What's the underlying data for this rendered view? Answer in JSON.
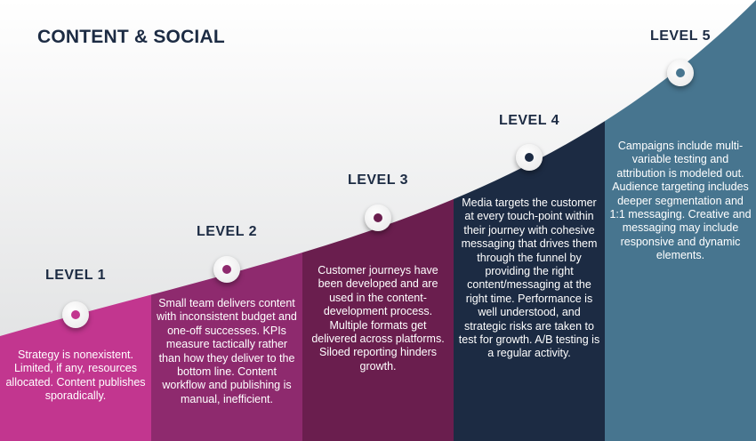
{
  "title": "CONTENT & SOCIAL",
  "colors": {
    "level1": "#c2368f",
    "level2": "#8e2a6e",
    "level3": "#6a1e4e",
    "level4": "#1c2b43",
    "level5": "#47758f",
    "heading": "#1c2b43"
  },
  "levels": [
    {
      "label": "LEVEL 1",
      "text": "Strategy is nonexistent. Limited, if any, resources allocated. Content publishes sporadically."
    },
    {
      "label": "LEVEL 2",
      "text": "Small team delivers content with inconsistent budget and one-off successes. KPIs measure tactically rather than how they deliver to the bottom line. Content workflow and publishing is manual, inefficient."
    },
    {
      "label": "LEVEL 3",
      "text": "Customer journeys have been developed and are used in the content-development process. Multiple formats get delivered across platforms. Siloed reporting hinders growth."
    },
    {
      "label": "LEVEL 4",
      "text": "Media targets the customer at every touch-point within their journey with cohesive messaging that drives them through the funnel by providing the right content/messaging at the right time. Performance is well understood, and strategic risks are taken to test for growth. A/B testing is a regular activity."
    },
    {
      "label": "LEVEL 5",
      "text": "Campaigns include multi-variable testing and attribution is modeled out. Audience targeting includes deeper segmentation and 1:1 messaging. Creative and messaging may include responsive and dynamic elements."
    }
  ]
}
